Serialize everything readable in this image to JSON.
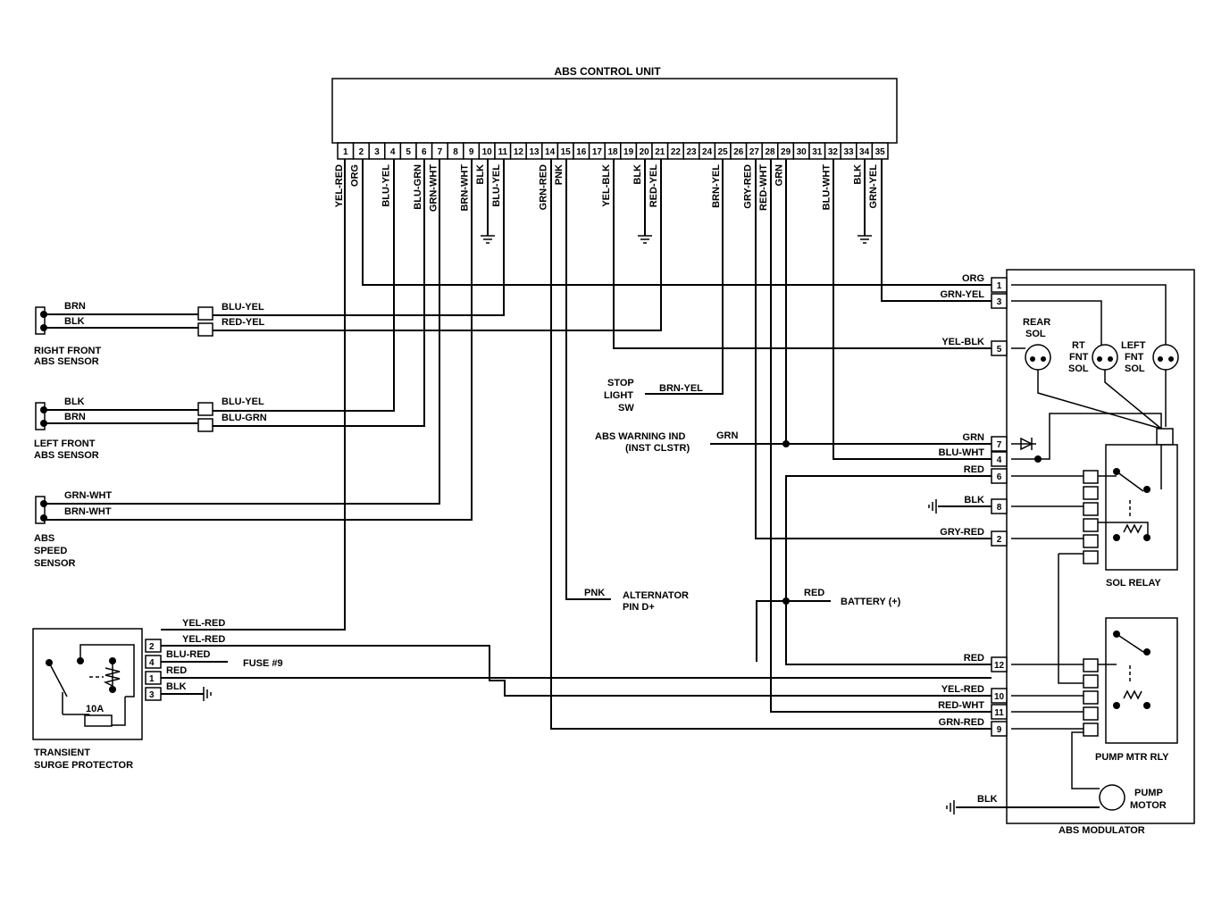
{
  "ecu": {
    "title": "ABS CONTROL UNIT",
    "pins": [
      "1",
      "2",
      "3",
      "4",
      "5",
      "6",
      "7",
      "8",
      "9",
      "10",
      "11",
      "12",
      "13",
      "14",
      "15",
      "16",
      "17",
      "18",
      "19",
      "20",
      "21",
      "22",
      "23",
      "24",
      "25",
      "26",
      "27",
      "28",
      "29",
      "30",
      "31",
      "32",
      "33",
      "34",
      "35"
    ]
  },
  "ecu_wires": [
    {
      "pin": "1",
      "label": "YEL-RED"
    },
    {
      "pin": "2",
      "label": "ORG"
    },
    {
      "pin": "4",
      "label": "BLU-YEL"
    },
    {
      "pin": "6",
      "label": "BLU-GRN"
    },
    {
      "pin": "7",
      "label": "GRN-WHT"
    },
    {
      "pin": "9",
      "label": "BRN-WHT"
    },
    {
      "pin": "10",
      "label": "BLK"
    },
    {
      "pin": "11",
      "label": "BLU-YEL"
    },
    {
      "pin": "14",
      "label": "GRN-RED"
    },
    {
      "pin": "15",
      "label": "PNK"
    },
    {
      "pin": "18",
      "label": "YEL-BLK"
    },
    {
      "pin": "20",
      "label": "BLK"
    },
    {
      "pin": "21",
      "label": "RED-YEL"
    },
    {
      "pin": "25",
      "label": "BRN-YEL"
    },
    {
      "pin": "27",
      "label": "GRY-RED"
    },
    {
      "pin": "28",
      "label": "RED-WHT"
    },
    {
      "pin": "29",
      "label": "GRN"
    },
    {
      "pin": "32",
      "label": "BLU-WHT"
    },
    {
      "pin": "34",
      "label": "BLK"
    },
    {
      "pin": "35",
      "label": "GRN-YEL"
    }
  ],
  "sensors": {
    "right_front": {
      "name_line1": "RIGHT FRONT",
      "name_line2": "ABS SENSOR",
      "wire1": "BRN",
      "wire2": "BLK",
      "conn1": "BLU-YEL",
      "conn2": "RED-YEL"
    },
    "left_front": {
      "name_line1": "LEFT FRONT",
      "name_line2": "ABS SENSOR",
      "wire1": "BLK",
      "wire2": "BRN",
      "conn1": "BLU-YEL",
      "conn2": "BLU-GRN"
    },
    "speed": {
      "name_line1": "ABS",
      "name_line2": "SPEED",
      "name_line3": "SENSOR",
      "wire1": "GRN-WHT",
      "wire2": "BRN-WHT"
    }
  },
  "surge_protector": {
    "name_line1": "TRANSIENT",
    "name_line2": "SURGE PROTECTOR",
    "fuse": "10A",
    "pins": [
      {
        "num": "2",
        "label": "YEL-RED"
      },
      {
        "num": "",
        "label": "YEL-RED"
      },
      {
        "num": "4",
        "label": "BLU-RED"
      },
      {
        "num": "1",
        "label": "RED"
      },
      {
        "num": "3",
        "label": "BLK"
      }
    ],
    "fuse9": "FUSE #9"
  },
  "middle": {
    "stop_light": {
      "line1": "STOP",
      "line2": "LIGHT",
      "line3": "SW",
      "wire": "BRN-YEL"
    },
    "abs_warning": {
      "line1": "ABS WARNING IND",
      "line2": "(INST CLSTR)",
      "wire": "GRN"
    },
    "alternator": {
      "line1": "ALTERNATOR",
      "line2": "PIN D+",
      "wire": "PNK"
    },
    "battery": {
      "label": "BATTERY (+)",
      "wire": "RED"
    }
  },
  "modulator": {
    "title": "ABS MODULATOR",
    "pins": [
      {
        "num": "1",
        "label": "ORG"
      },
      {
        "num": "3",
        "label": "GRN-YEL"
      },
      {
        "num": "5",
        "label": "YEL-BLK"
      },
      {
        "num": "7",
        "label": "GRN"
      },
      {
        "num": "4",
        "label": "BLU-WHT"
      },
      {
        "num": "6",
        "label": "RED"
      },
      {
        "num": "8",
        "label": "BLK"
      },
      {
        "num": "2",
        "label": "GRY-RED"
      },
      {
        "num": "12",
        "label": "RED"
      },
      {
        "num": "10",
        "label": "YEL-RED"
      },
      {
        "num": "11",
        "label": "RED-WHT"
      },
      {
        "num": "9",
        "label": "GRN-RED"
      }
    ],
    "rear_sol": {
      "line1": "REAR",
      "line2": "SOL"
    },
    "rt_fnt_sol": {
      "line1": "RT",
      "line2": "FNT",
      "line3": "SOL"
    },
    "left_fnt_sol": {
      "line1": "LEFT",
      "line2": "FNT",
      "line3": "SOL"
    },
    "sol_relay": "SOL RELAY",
    "pump_relay": "PUMP MTR RLY",
    "pump_motor": {
      "line1": "PUMP",
      "line2": "MOTOR",
      "wire": "BLK"
    }
  }
}
